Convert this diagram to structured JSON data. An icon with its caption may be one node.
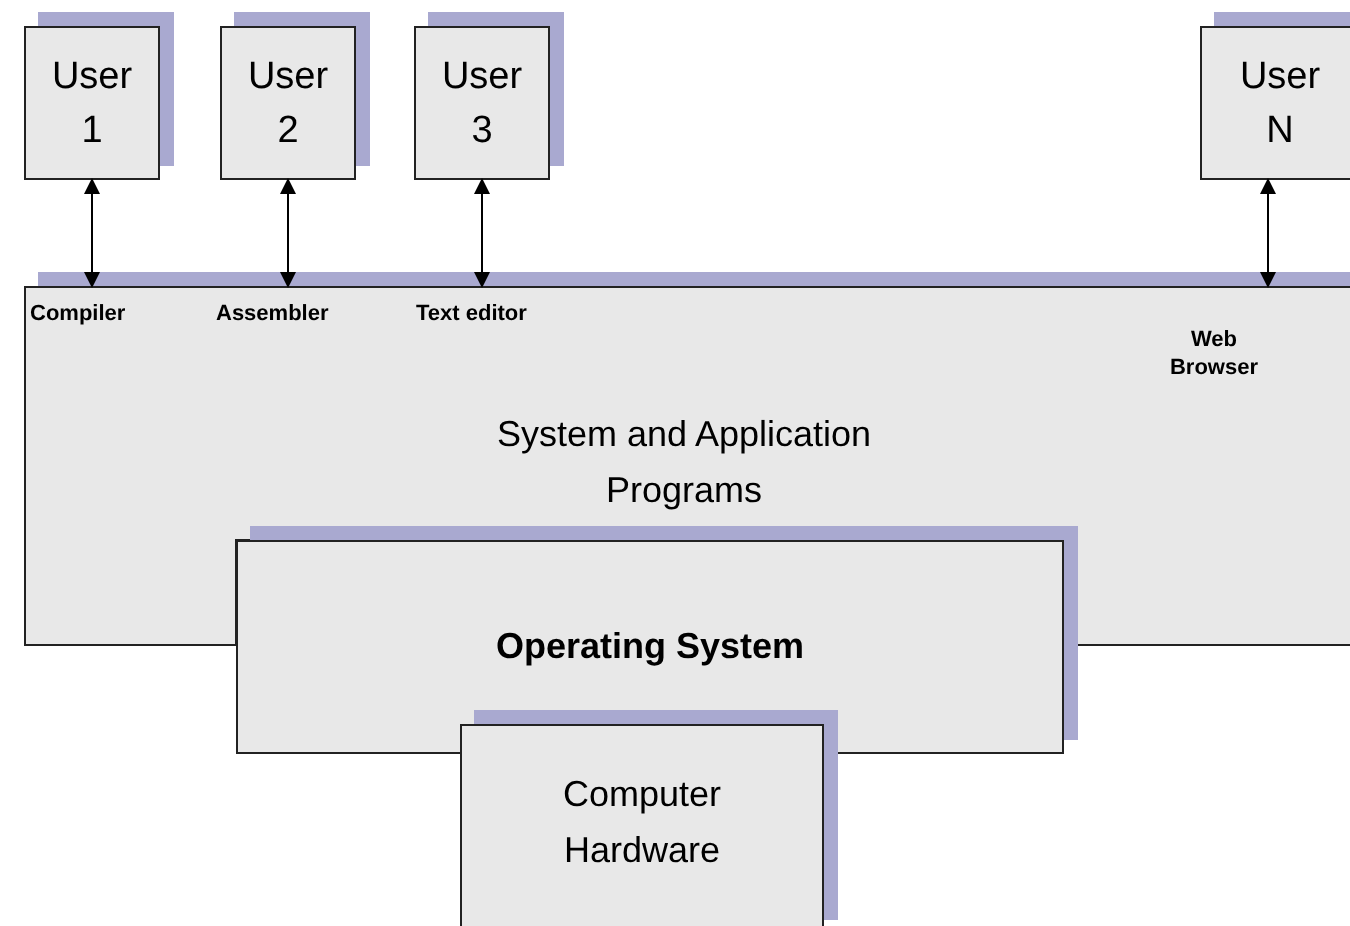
{
  "diagram": {
    "nodes": [
      {
        "text": [
          "User 1"
        ]
      },
      {
        "text": [
          "User 2"
        ]
      },
      {
        "text": [
          "User 3"
        ]
      },
      {
        "text": [
          "User N"
        ]
      },
      {
        "text": [
          "Compiler",
          "Assembler",
          "Text editor",
          "Web Browser",
          "System and Application Programs"
        ]
      },
      {
        "text": [
          "Operating System"
        ]
      },
      {
        "text": [
          "Computer Hardware"
        ]
      }
    ],
    "edges": [
      {
        "from": 0,
        "to": 4,
        "arrow": "both"
      },
      {
        "from": 1,
        "to": 4,
        "arrow": "both"
      },
      {
        "from": 2,
        "to": 4,
        "arrow": "both"
      },
      {
        "from": 3,
        "to": 4,
        "arrow": "both"
      }
    ]
  }
}
